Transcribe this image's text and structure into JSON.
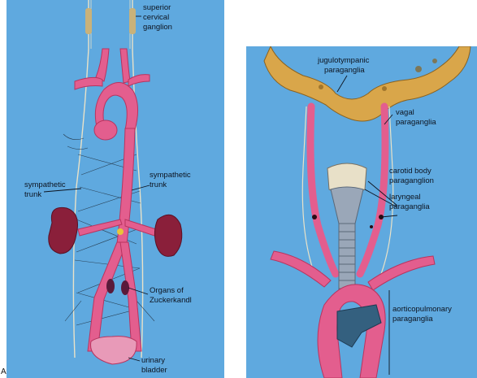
{
  "colors": {
    "panel_bg": "#5fa9df",
    "vessel": "#e35e8e",
    "vessel_dark": "#b8345f",
    "kidney": "#8a1f3a",
    "bone": "#d9a64a",
    "nerve": "#e9e2c8",
    "label_text": "#0d1420",
    "trachea": "#9aa7b8",
    "organ_dark": "#34607f"
  },
  "left_panel": {
    "labels": {
      "superior_cervical_ganglion": [
        "superior",
        "cervical",
        "ganglion"
      ],
      "sympathetic_trunk_left": [
        "sympathetic",
        "trunk"
      ],
      "sympathetic_trunk_right": [
        "sympathetic",
        "trunk"
      ],
      "organs_of_zuckerkandl": [
        "Organs of",
        "Zuckerkandl"
      ],
      "urinary_bladder": [
        "urinary",
        "bladder"
      ]
    }
  },
  "right_panel": {
    "labels": {
      "jugulotympanic_paraganglia": [
        "jugulotympanic",
        "paraganglia"
      ],
      "vagal_paraganglia": [
        "vagal",
        "paraganglia"
      ],
      "carotid_body_paraganglion": [
        "carotid body",
        "paraganglion"
      ],
      "laryngeal_paraganglia": [
        "laryngeal",
        "paraganglia"
      ],
      "aorticopulmonary_paraganglia": [
        "aorticopulmonary",
        "paraganglia"
      ]
    }
  },
  "corner_mark": "A"
}
